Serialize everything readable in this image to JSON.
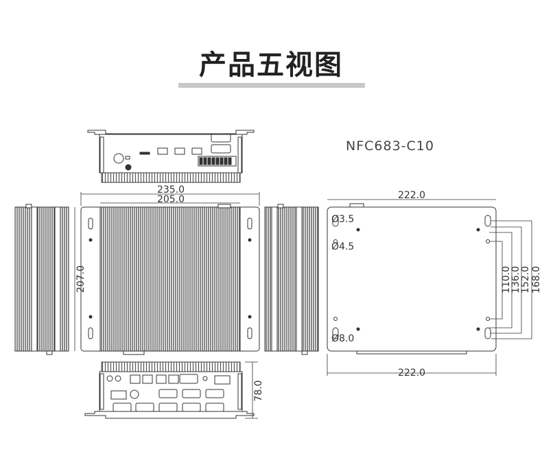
{
  "title": "产品五视图",
  "model": "NFC683-C10",
  "dimensions": {
    "top_width_outer": "235.0",
    "top_width_inner": "205.0",
    "height": "207.0",
    "side_width_top": "222.0",
    "side_width_bottom": "222.0",
    "hole_small": "Ø3.5",
    "hole_medium": "Ø4.5",
    "hole_large": "Ø8.0",
    "spacing_110": "110.0",
    "spacing_136": "136.0",
    "spacing_152": "152.0",
    "spacing_168": "168.0",
    "front_height": "78.0"
  },
  "colors": {
    "line": "#333333",
    "title_bar": "#c8c8c8"
  }
}
